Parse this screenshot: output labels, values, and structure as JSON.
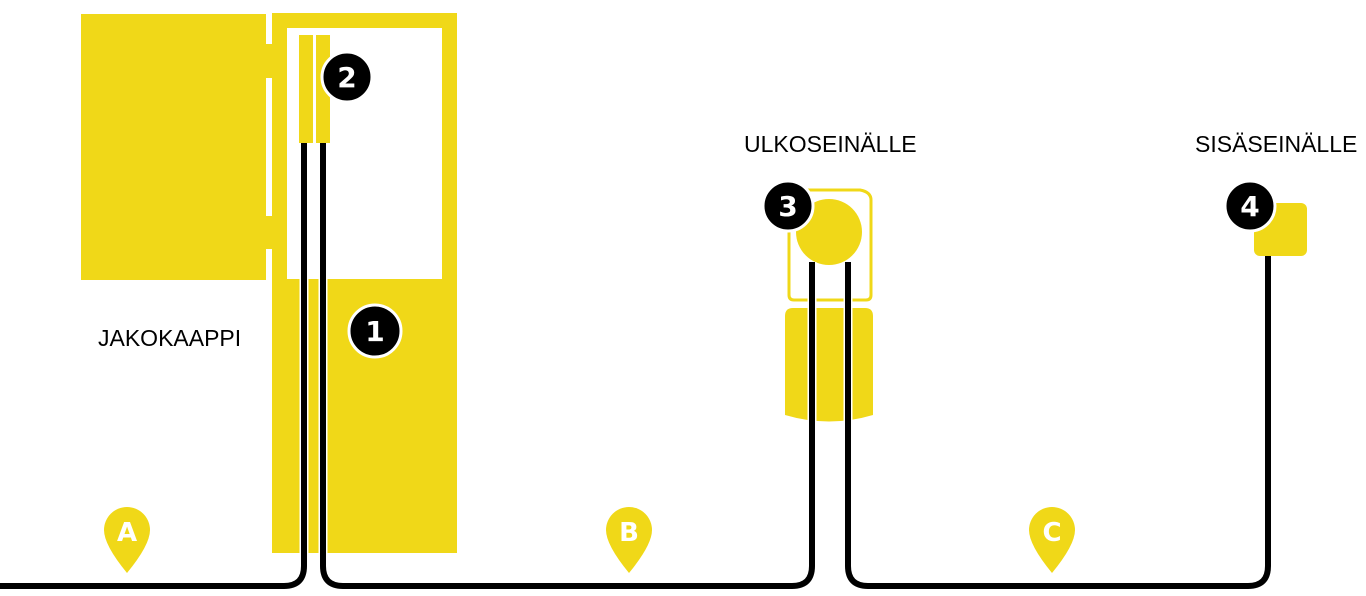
{
  "colors": {
    "accent": "#f0d818",
    "cable": "#000000"
  },
  "labels": {
    "cabinet": "JAKOKAAPPI",
    "outdoor": "ULKOSEINÄLLE",
    "indoor": "SISÄSEINÄLLE"
  },
  "badges": [
    "1",
    "2",
    "3",
    "4"
  ],
  "pins": [
    "A",
    "B",
    "C"
  ]
}
